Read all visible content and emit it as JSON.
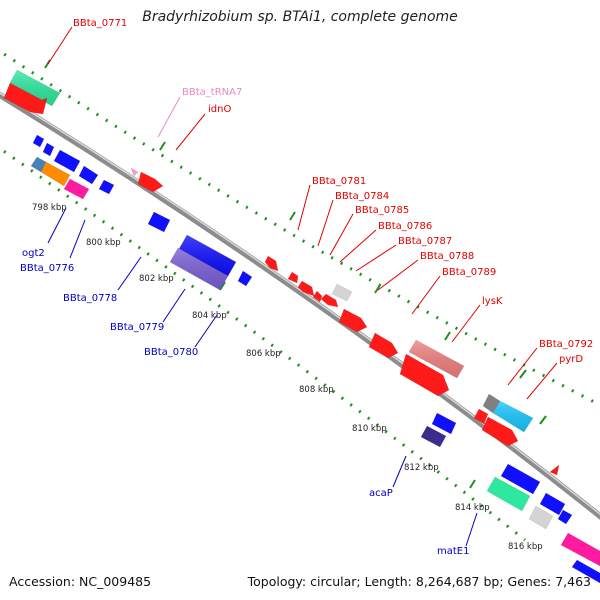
{
  "title": "Bradyrhizobium sp. BTAi1, complete genome",
  "footer": {
    "accession": "Accession: NC_009485",
    "summary": "Topology: circular; Length: 8,264,687 bp; Genes: 7,463"
  },
  "colors": {
    "backbone": "#8c8c8c",
    "gc_ticks": "#1f8f1f",
    "forward_label": "#e00000",
    "reverse_label": "#0000c0",
    "trna_label": "#e88ac0"
  },
  "kbp_ticks": [
    "798 kbp",
    "800 kbp",
    "802 kbp",
    "804 kbp",
    "806 kbp",
    "808 kbp",
    "810 kbp",
    "812 kbp",
    "814 kbp",
    "816 kbp"
  ],
  "gene_labels": {
    "forward": [
      "BBta_0771",
      "idnO",
      "BBta_0781",
      "BBta_0784",
      "BBta_0785",
      "BBta_0786",
      "BBta_0787",
      "BBta_0788",
      "BBta_0789",
      "lysK",
      "BBta_0792",
      "pyrD"
    ],
    "trna": [
      "BBta_tRNA7"
    ],
    "reverse": [
      "ogt2",
      "BBta_0776",
      "BBta_0778",
      "BBta_0779",
      "BBta_0780",
      "acaP",
      "matE1"
    ]
  }
}
